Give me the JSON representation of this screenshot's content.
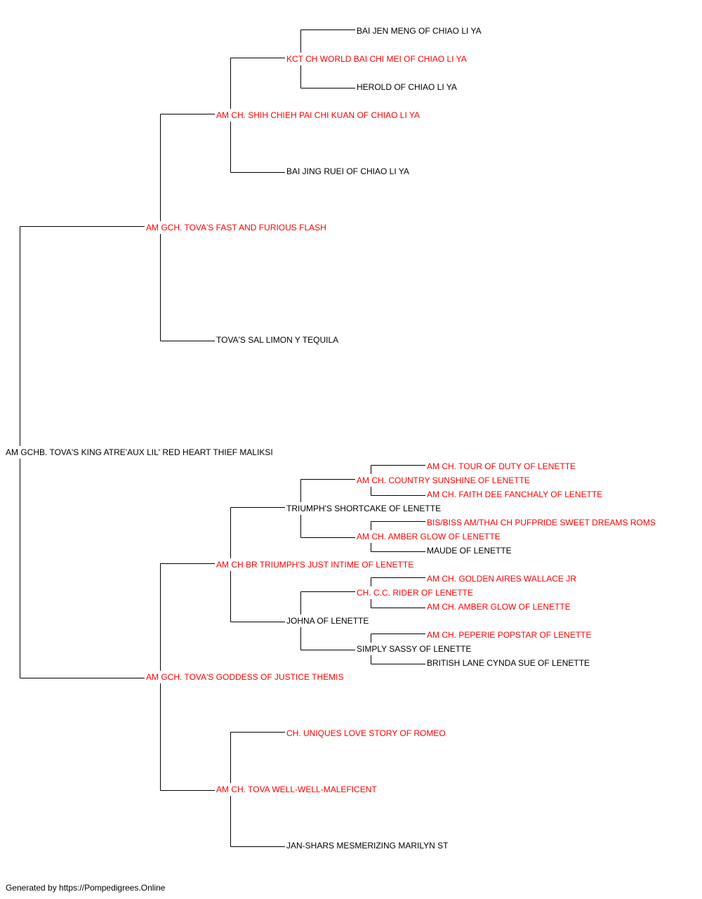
{
  "pedigree": {
    "subject": {
      "name": "AM GCHB. TOVA'S KING ATRE'AUX LIL' RED HEART THIEF MALIKSI",
      "titled": false
    },
    "sire": {
      "name": "AM GCH. TOVA'S FAST AND FURIOUS FLASH",
      "titled": true
    },
    "sire_sire": {
      "name": "AM CH. SHIH CHIEH PAI CHI KUAN OF CHIAO LI YA",
      "titled": true
    },
    "sire_sire_sire": {
      "name": "KCT CH WORLD BAI CHI MEI OF CHIAO LI YA",
      "titled": true
    },
    "sire_sire_sire_sire": {
      "name": "BAI JEN MENG OF CHIAO LI YA",
      "titled": false
    },
    "sire_sire_sire_dam": {
      "name": "HEROLD OF CHIAO LI YA",
      "titled": false
    },
    "sire_sire_dam": {
      "name": "BAI JING RUEI OF CHIAO LI YA",
      "titled": false
    },
    "sire_dam": {
      "name": "TOVA'S SAL LIMON Y TEQUILA",
      "titled": false
    },
    "dam": {
      "name": "AM GCH. TOVA'S GODDESS OF JUSTICE THEMIS",
      "titled": true
    },
    "dam_sire": {
      "name": "AM CH BR TRIUMPH'S JUST INTIME OF LENETTE",
      "titled": true
    },
    "dam_sire_sire": {
      "name": "TRIUMPH'S SHORTCAKE OF LENETTE",
      "titled": false
    },
    "dam_sire_sire_sire": {
      "name": "AM CH. COUNTRY SUNSHINE OF LENETTE",
      "titled": true
    },
    "dam_sire_sire_sire_sire": {
      "name": "AM CH. TOUR OF DUTY OF LENETTE",
      "titled": true
    },
    "dam_sire_sire_sire_dam": {
      "name": "AM CH. FAITH DEE FANCHALY OF LENETTE",
      "titled": true
    },
    "dam_sire_sire_dam": {
      "name": "AM CH. AMBER GLOW OF LENETTE",
      "titled": true
    },
    "dam_sire_sire_dam_sire": {
      "name": "BIS/BISS AM/THAI CH PUFPRIDE SWEET DREAMS ROMS",
      "titled": true
    },
    "dam_sire_sire_dam_dam": {
      "name": "MAUDE OF LENETTE",
      "titled": false
    },
    "dam_sire_dam": {
      "name": "JOHNA OF LENETTE",
      "titled": false
    },
    "dam_sire_dam_sire": {
      "name": "CH. C.C. RIDER OF LENETTE",
      "titled": true
    },
    "dam_sire_dam_sire_sire": {
      "name": "AM CH. GOLDEN AIRES WALLACE JR",
      "titled": true
    },
    "dam_sire_dam_sire_dam": {
      "name": "AM CH. AMBER GLOW OF LENETTE",
      "titled": true
    },
    "dam_sire_dam_dam": {
      "name": "SIMPLY SASSY OF LENETTE",
      "titled": false
    },
    "dam_sire_dam_dam_sire": {
      "name": "AM CH. PEPERIE POPSTAR OF LENETTE",
      "titled": true
    },
    "dam_sire_dam_dam_dam": {
      "name": "BRITISH LANE CYNDA SUE OF LENETTE",
      "titled": false
    },
    "dam_dam": {
      "name": "AM CH. TOVA WELL-WELL-MALEFICENT",
      "titled": true
    },
    "dam_dam_sire": {
      "name": "CH. UNIQUES LOVE STORY OF ROMEO",
      "titled": true
    },
    "dam_dam_dam": {
      "name": "JAN-SHARS MESMERIZING MARILYN ST",
      "titled": false
    }
  },
  "colors": {
    "titled": "#ff0000",
    "untitled": "#000000",
    "line": "#000000"
  },
  "footer": {
    "text": "Generated by https://Pompedigrees.Online"
  }
}
